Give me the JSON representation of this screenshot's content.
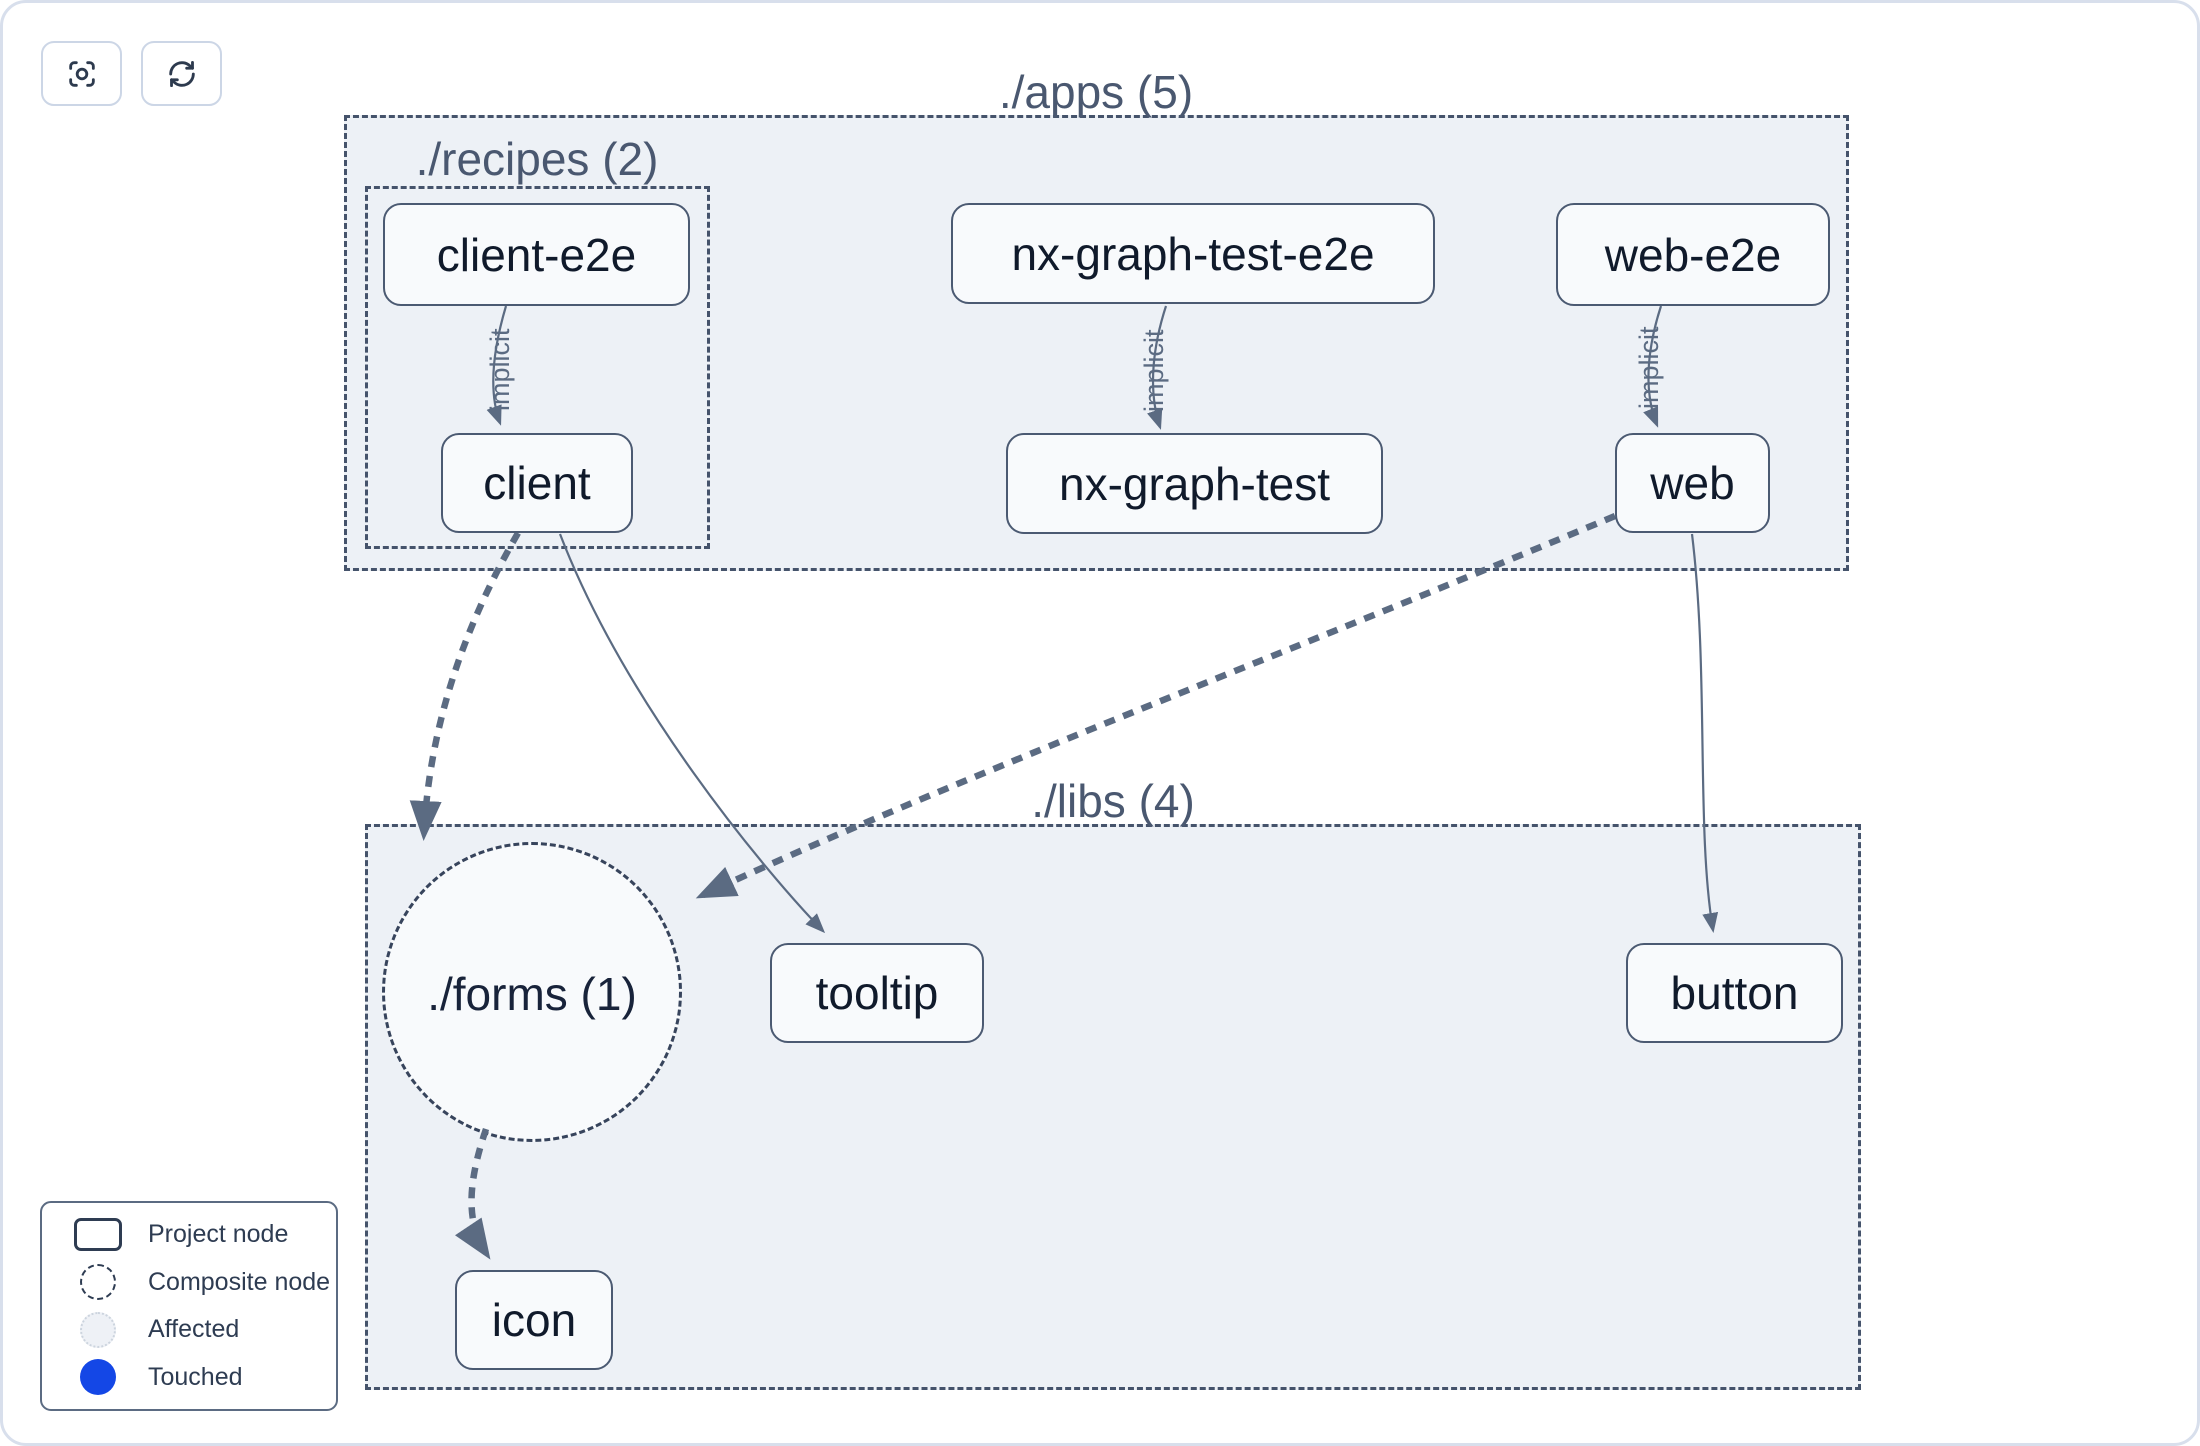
{
  "toolbar": {
    "buttons": [
      {
        "name": "focus-button",
        "icon": "focus-icon"
      },
      {
        "name": "refresh-button",
        "icon": "refresh-icon"
      }
    ]
  },
  "groups": {
    "apps": {
      "label": "./apps (5)"
    },
    "recipes": {
      "label": "./recipes (2)"
    },
    "libs": {
      "label": "./libs (4)"
    },
    "forms": {
      "label": "./forms (1)",
      "type": "composite"
    }
  },
  "nodes": {
    "client_e2e": {
      "label": "client-e2e"
    },
    "nx_graph_test_e2e": {
      "label": "nx-graph-test-e2e"
    },
    "web_e2e": {
      "label": "web-e2e"
    },
    "client": {
      "label": "client"
    },
    "nx_graph_test": {
      "label": "nx-graph-test"
    },
    "web": {
      "label": "web"
    },
    "tooltip": {
      "label": "tooltip"
    },
    "button": {
      "label": "button"
    },
    "icon": {
      "label": "icon"
    }
  },
  "edges": [
    {
      "from": "client-e2e",
      "to": "client",
      "type": "implicit",
      "label": "implicit"
    },
    {
      "from": "nx-graph-test-e2e",
      "to": "nx-graph-test",
      "type": "implicit",
      "label": "implicit"
    },
    {
      "from": "web-e2e",
      "to": "web",
      "type": "implicit",
      "label": "implicit"
    },
    {
      "from": "client",
      "to": "./forms (1)",
      "type": "dashed-composite",
      "label": ""
    },
    {
      "from": "web",
      "to": "./forms (1)",
      "type": "dashed-composite",
      "label": ""
    },
    {
      "from": "./forms (1)",
      "to": "icon",
      "type": "dashed-composite",
      "label": ""
    },
    {
      "from": "client",
      "to": "tooltip",
      "type": "direct",
      "label": ""
    },
    {
      "from": "web",
      "to": "button",
      "type": "direct",
      "label": ""
    }
  ],
  "legend": {
    "items": [
      {
        "swatch": "project-node-swatch",
        "label": "Project node"
      },
      {
        "swatch": "composite-node-swatch",
        "label": "Composite node"
      },
      {
        "swatch": "affected-swatch",
        "label": "Affected"
      },
      {
        "swatch": "touched-swatch",
        "label": "Touched"
      }
    ]
  },
  "colors": {
    "touched_blue": "#1447e6",
    "group_fill": "#edf1f6",
    "node_fill": "#f8fafc",
    "node_border": "#4b5a72",
    "edge": "#5b6b82",
    "canvas_border": "#d8dfec"
  }
}
